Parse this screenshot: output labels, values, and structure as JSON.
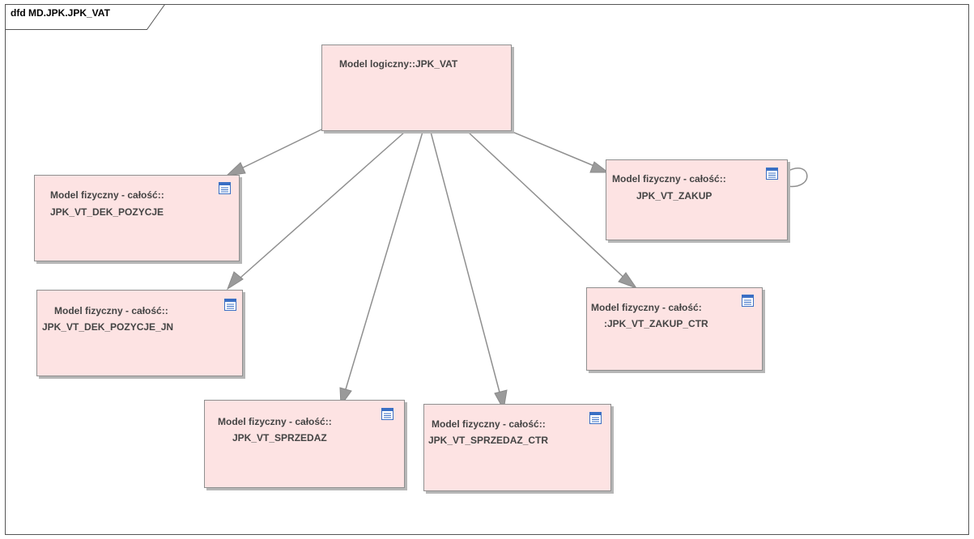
{
  "frame": {
    "title": "dfd MD.JPK.JPK_VAT"
  },
  "nodes": {
    "logical": {
      "label": "Model logiczny::JPK_VAT"
    },
    "dek_pozycje": {
      "line1": "Model fizyczny - całość::",
      "line2": "JPK_VT_DEK_POZYCJE"
    },
    "dek_pozycje_jn": {
      "line1": "Model fizyczny - całość::",
      "line2": "JPK_VT_DEK_POZYCJE_JN"
    },
    "sprzedaz": {
      "line1": "Model fizyczny - całość::",
      "line2": "JPK_VT_SPRZEDAZ"
    },
    "sprzedaz_ctr": {
      "line1": "Model fizyczny - całość::",
      "line2": "JPK_VT_SPRZEDAZ_CTR"
    },
    "zakup": {
      "line1": "Model fizyczny - całość::",
      "line2": "JPK_VT_ZAKUP"
    },
    "zakup_ctr": {
      "line1": "Model fizyczny - całość:",
      "line2": ":JPK_VT_ZAKUP_CTR"
    }
  },
  "icons": {
    "table": "table-icon"
  },
  "colors": {
    "node_fill": "#fde3e3",
    "node_border": "#8f8f8f",
    "connector": "#8f8f8f",
    "icon_blue": "#3a6fc4"
  }
}
